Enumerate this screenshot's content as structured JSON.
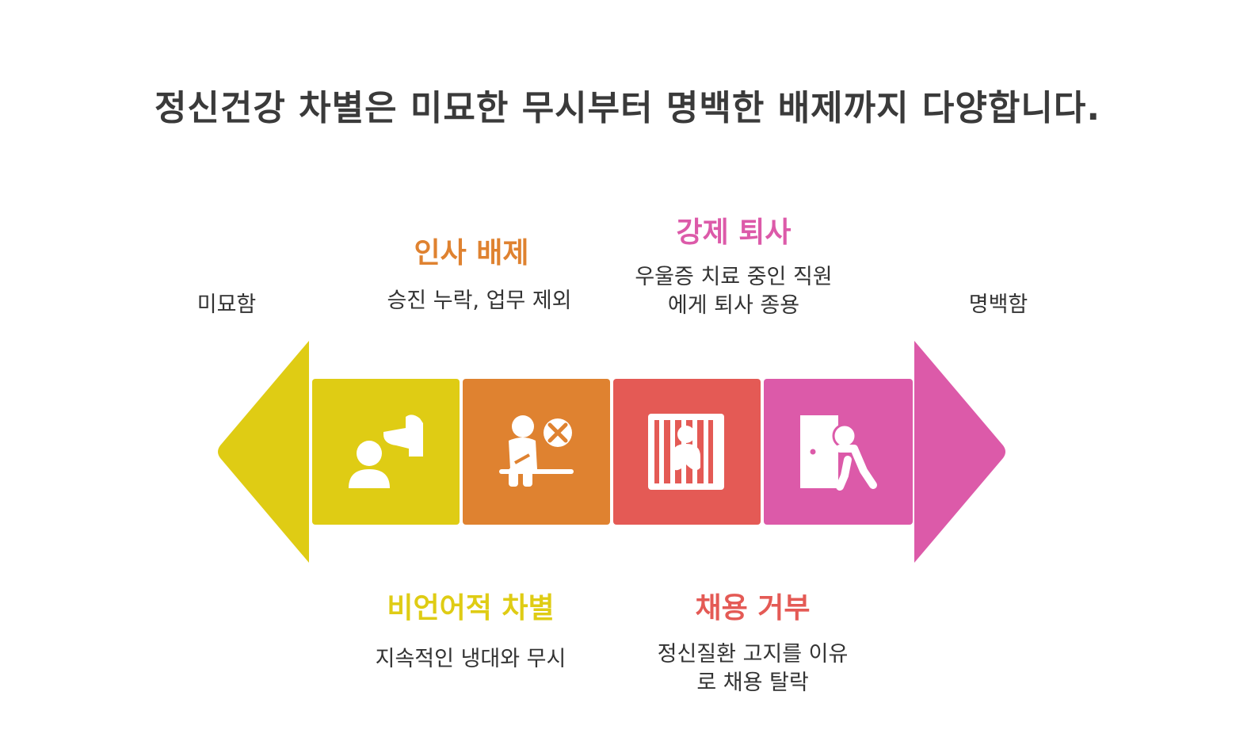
{
  "title": "정신건강 차별은 미묘한 무시부터 명백한 배제까지 다양합니다.",
  "scale": {
    "left_label": "미묘함",
    "right_label": "명백함"
  },
  "colors": {
    "yellow": "#dfcc14",
    "orange": "#df8230",
    "red": "#e45a55",
    "pink": "#dc5aa9"
  },
  "stages": [
    {
      "title": "비언어적 차별",
      "lines": [
        "지속적인 냉대와 무시"
      ],
      "icon": "person-pointed-at-icon",
      "color": "#dfcc14"
    },
    {
      "title": "인사 배제",
      "lines": [
        "승진 누락, 업무 제외"
      ],
      "icon": "person-rejected-icon",
      "color": "#df8230"
    },
    {
      "title": "채용 거부",
      "lines": [
        "정신질환 고지를 이유",
        "로 채용 탈락"
      ],
      "icon": "person-behind-bars-icon",
      "color": "#e45a55"
    },
    {
      "title": "강제 퇴사",
      "lines": [
        "우울증 치료 중인 직원",
        "에게 퇴사 종용"
      ],
      "icon": "person-leaving-door-icon",
      "color": "#dc5aa9"
    }
  ]
}
